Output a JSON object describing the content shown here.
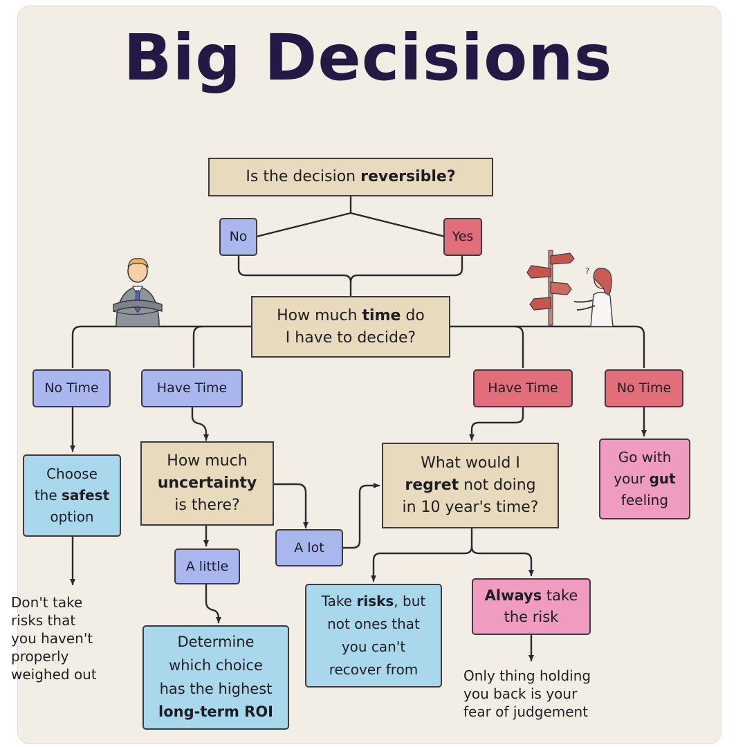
{
  "title": "Big Decisions",
  "nodes": {
    "reversible": {
      "pre": "Is the decision ",
      "bold": "reversible?"
    },
    "no": "No",
    "yes": "Yes",
    "time_q": {
      "l1_pre": "How much ",
      "l1_bold": "time",
      "l1_post": " do",
      "l2": "I have to decide?"
    },
    "left_no_time": "No Time",
    "left_have_time": "Have Time",
    "right_have_time": "Have Time",
    "right_no_time": "No Time",
    "safest": {
      "l1": "Choose",
      "l2_pre": "the ",
      "l2_bold": "safest",
      "l3": "option"
    },
    "uncertainty": {
      "l1": "How much",
      "l2_bold": "uncertainty",
      "l3": "is there?"
    },
    "regret": {
      "l1": "What would I",
      "l2_bold": "regret",
      "l2_post": " not doing",
      "l3": "in 10 year's time?"
    },
    "gut": {
      "l1": "Go with",
      "l2_pre": "your ",
      "l2_bold": "gut",
      "l3": "feeling"
    },
    "a_lot": "A lot",
    "a_little": "A little",
    "dont_take": [
      "Don't take",
      "risks that",
      "you haven't",
      "properly",
      "weighed out"
    ],
    "roi": {
      "l1": "Determine",
      "l2": "which choice",
      "l3": "has the highest",
      "l4_bold": "long-term ROI"
    },
    "take_risks": {
      "l1_pre": "Take ",
      "l1_bold": "risks",
      "l1_post": ", but",
      "l2": "not ones that",
      "l3": "you can't",
      "l4": "recover from"
    },
    "always": {
      "l1_bold": "Always",
      "l1_post": " take",
      "l2": "the risk"
    },
    "fear": [
      "Only thing holding",
      "you back is your",
      "fear of judgement"
    ]
  },
  "colors": {
    "background": "#f3eee5",
    "title": "#221a45",
    "question_box": "#e8dbbd",
    "blue_box": "#aab7ef",
    "red_box": "#e36e7b",
    "cyan_box": "#a9d7ec",
    "pink_box": "#ef9cc0",
    "line": "#2a2930"
  },
  "icons": [
    "man-arms-crossed-icon",
    "woman-signpost-icon"
  ]
}
